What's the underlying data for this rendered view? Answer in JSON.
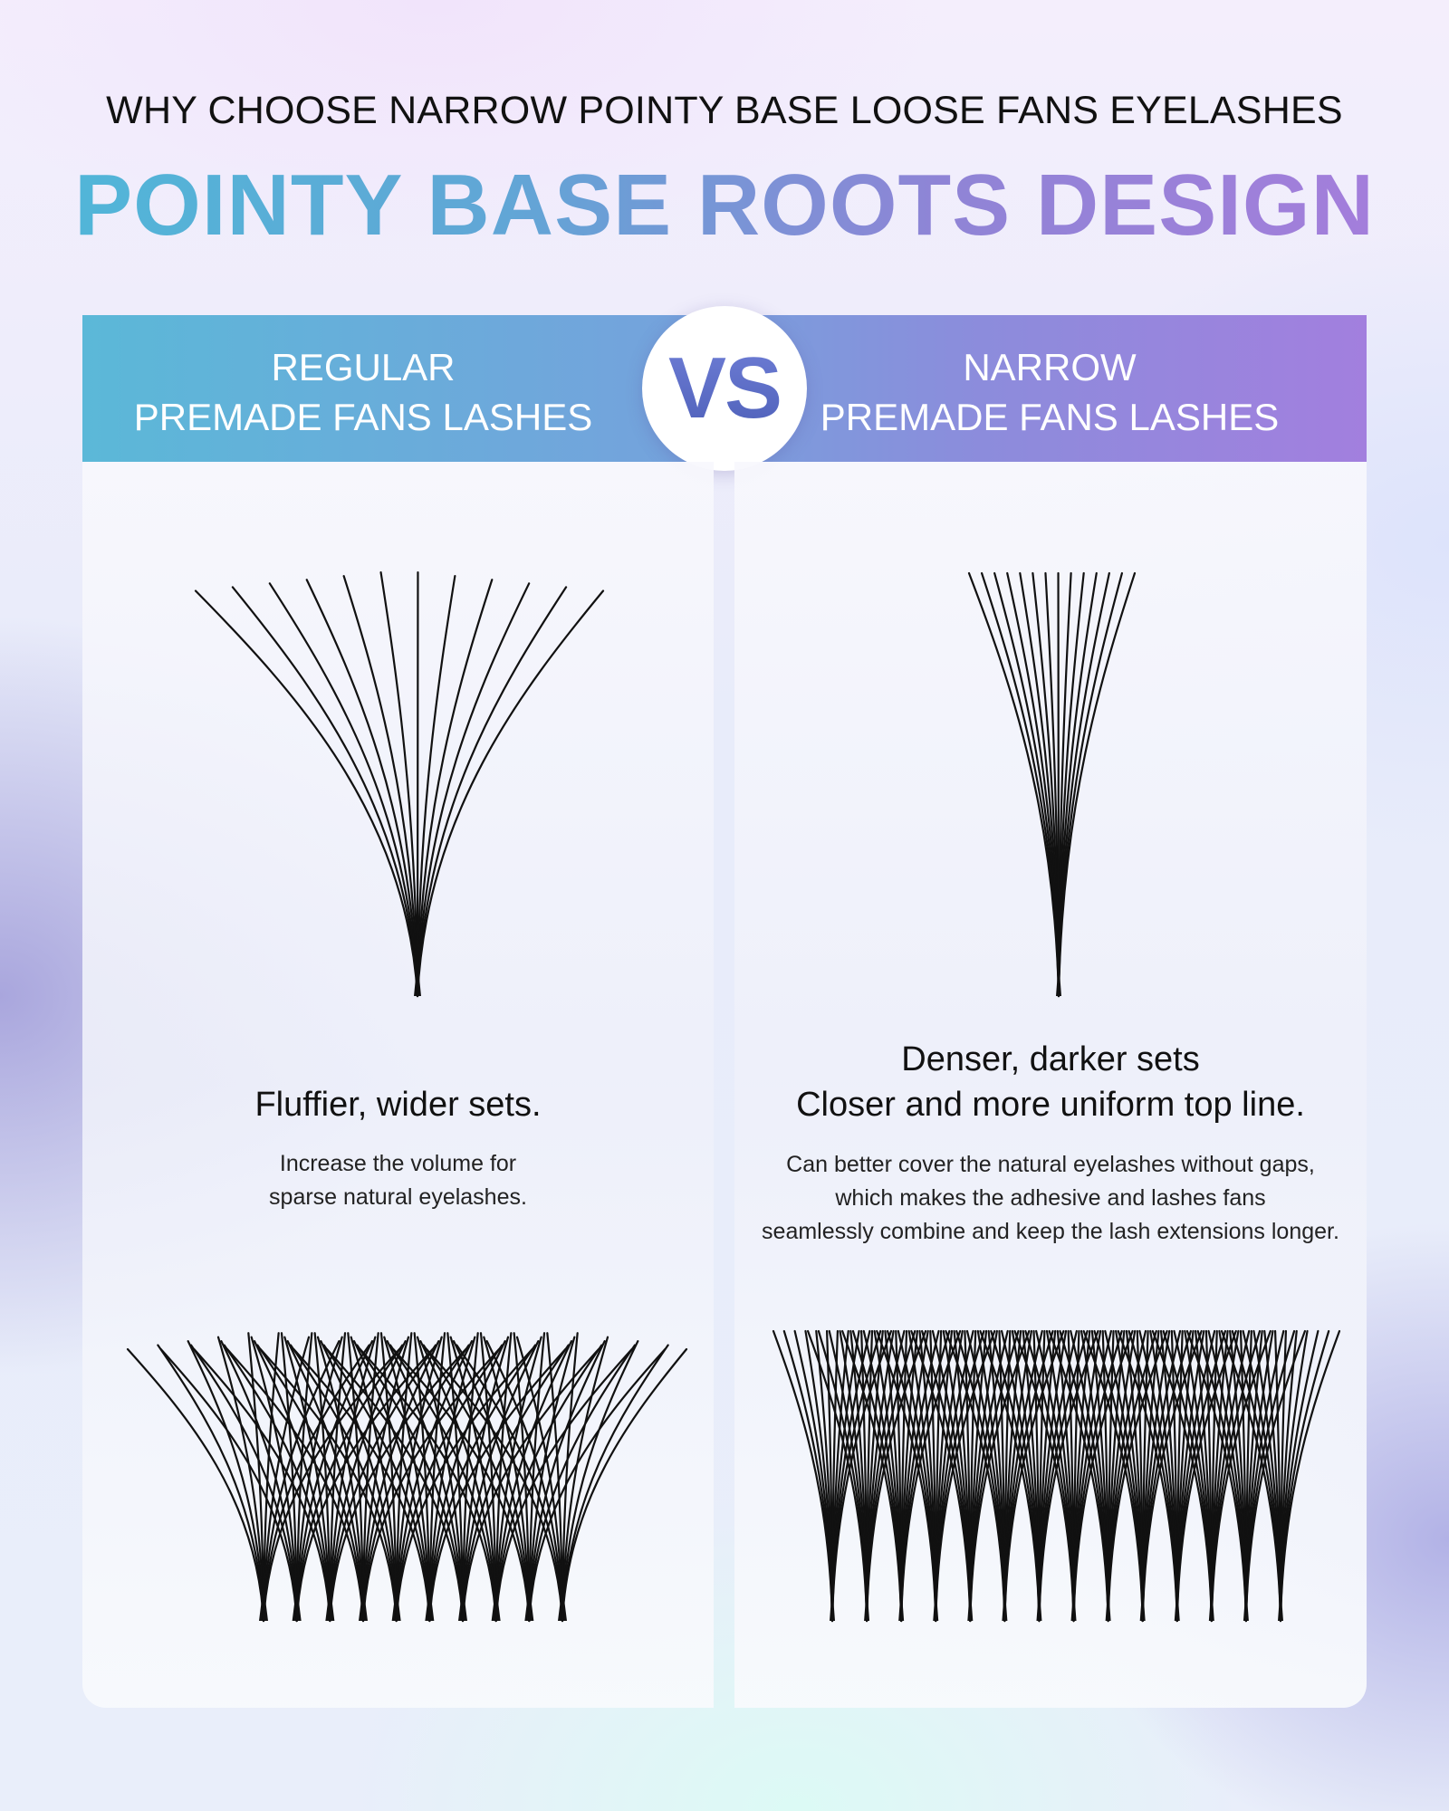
{
  "subtitle": "WHY CHOOSE NARROW POINTY BASE LOOSE FANS EYELASHES",
  "title": "POINTY BASE ROOTS DESIGN",
  "vs_label": "VS",
  "columns": {
    "left": {
      "title_line1": "REGULAR",
      "title_line2": "PREMADE FANS LASHES",
      "heading_lines": [
        "Fluffier, wider sets."
      ],
      "desc_lines": [
        "Increase the volume for",
        "sparse natural eyelashes."
      ]
    },
    "right": {
      "title_line1": "NARROW",
      "title_line2": "PREMADE FANS LASHES",
      "heading_lines": [
        "Denser, darker sets",
        "Closer and more uniform top line."
      ],
      "desc_lines": [
        "Can better cover the natural eyelashes without gaps,",
        "which makes the adhesive and lashes fans",
        "seamlessly combine and keep the lash extensions longer."
      ]
    }
  },
  "colors": {
    "band_start": "#5bb8d8",
    "band_end": "#a27fde",
    "lash": "#111111"
  }
}
